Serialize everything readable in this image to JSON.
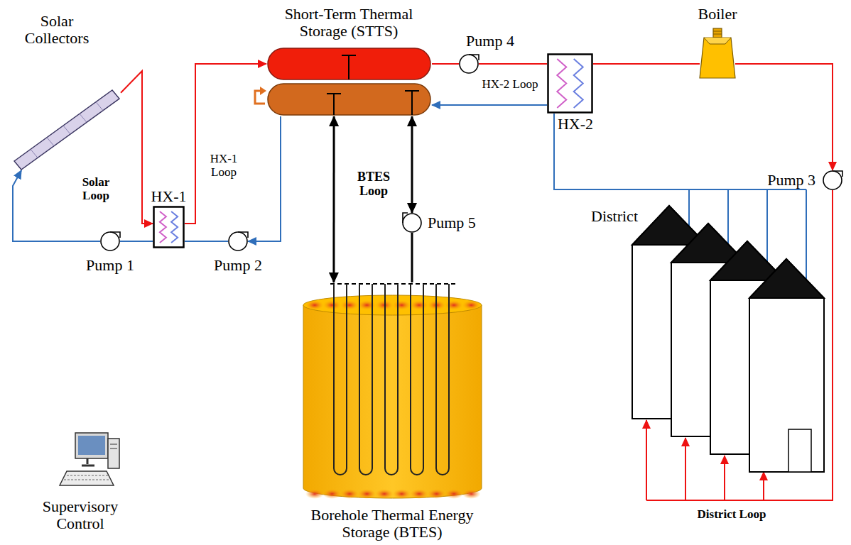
{
  "diagram": {
    "nodes": [
      {
        "text": [
          "Solar Collectors"
        ]
      },
      {
        "text": [
          "HX-1"
        ]
      },
      {
        "text": [
          "Pump 1"
        ]
      },
      {
        "text": [
          "Pump 2"
        ]
      },
      {
        "text": [
          "Short-Term Thermal Storage (STTS)"
        ]
      },
      {
        "text": [
          "Pump 4"
        ]
      },
      {
        "text": [
          "HX-2"
        ]
      },
      {
        "text": [
          "Boiler"
        ]
      },
      {
        "text": [
          "Pump 3"
        ]
      },
      {
        "text": [
          "Pump 5"
        ]
      },
      {
        "text": [
          "Borehole Thermal Energy Storage (BTES)"
        ]
      },
      {
        "text": [
          "District"
        ]
      }
    ],
    "edges": [
      {
        "from": 0,
        "to": 1,
        "arrow": "to"
      },
      {
        "from": 1,
        "to": 2,
        "arrow": "none"
      },
      {
        "from": 2,
        "to": 0,
        "arrow": "to"
      },
      {
        "from": 1,
        "to": 4,
        "arrow": "to"
      },
      {
        "from": 4,
        "to": 3,
        "arrow": "to"
      },
      {
        "from": 3,
        "to": 1,
        "arrow": "none"
      },
      {
        "from": 4,
        "to": 10,
        "arrow": "both"
      },
      {
        "from": 4,
        "to": 9,
        "arrow": "both"
      },
      {
        "from": 9,
        "to": 10,
        "arrow": "none"
      },
      {
        "from": 4,
        "to": 5,
        "arrow": "none"
      },
      {
        "from": 5,
        "to": 6,
        "arrow": "none"
      },
      {
        "from": 6,
        "to": 7,
        "arrow": "none"
      },
      {
        "from": 7,
        "to": 8,
        "arrow": "to"
      },
      {
        "from": 8,
        "to": 11,
        "arrow": "to"
      },
      {
        "from": 11,
        "to": 6,
        "arrow": "none"
      },
      {
        "from": 6,
        "to": 4,
        "arrow": "to"
      }
    ],
    "labels": [
      "Solar Loop",
      "HX-1 Loop",
      "BTES Loop",
      "HX-2 Loop",
      "District Loop",
      "Supervisory Control"
    ]
  }
}
